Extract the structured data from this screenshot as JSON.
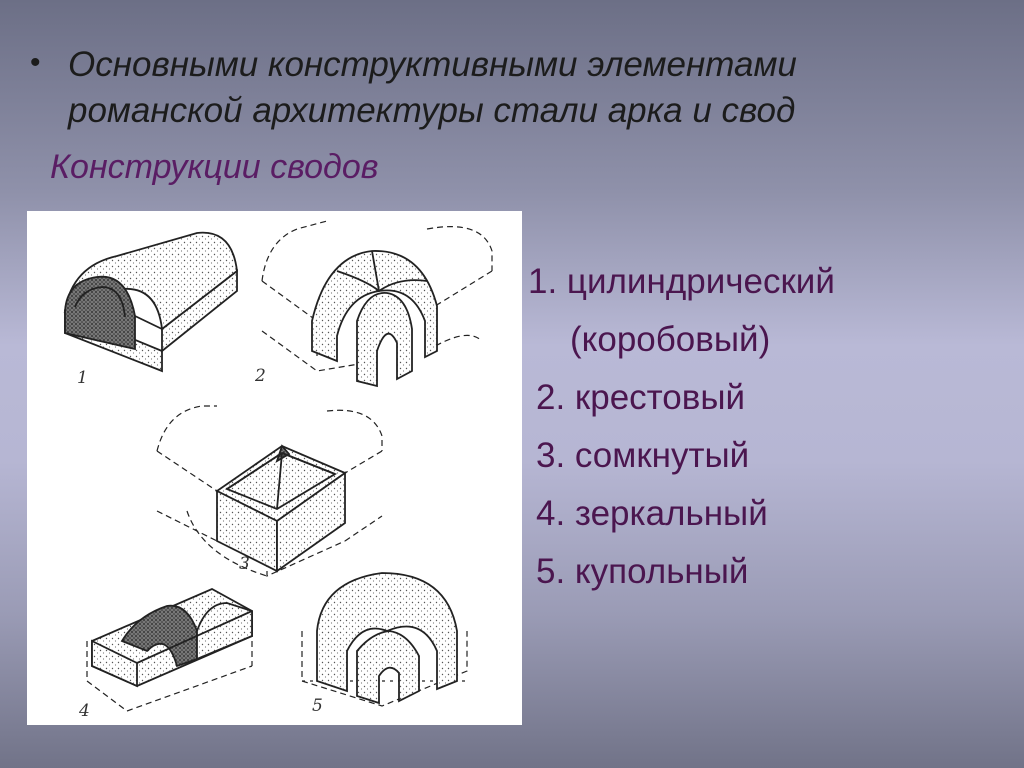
{
  "slide": {
    "bullet": {
      "marker": "•",
      "line1": "Основными конструктивными элементами",
      "line2": "романской архитектуры стали арка и свод"
    },
    "subtitle": "Конструкции сводов",
    "figure": {
      "labels": [
        "1",
        "2",
        "3",
        "4",
        "5"
      ]
    },
    "list": [
      "1. цилиндрический",
      "(коробовый)",
      "2. крестовый",
      "3. сомкнутый",
      "4. зеркальный",
      "5. купольный"
    ],
    "colors": {
      "bullet_text": "#1c1c1c",
      "accent_purple": "#5a1d64",
      "list_text": "#4b164f"
    }
  }
}
